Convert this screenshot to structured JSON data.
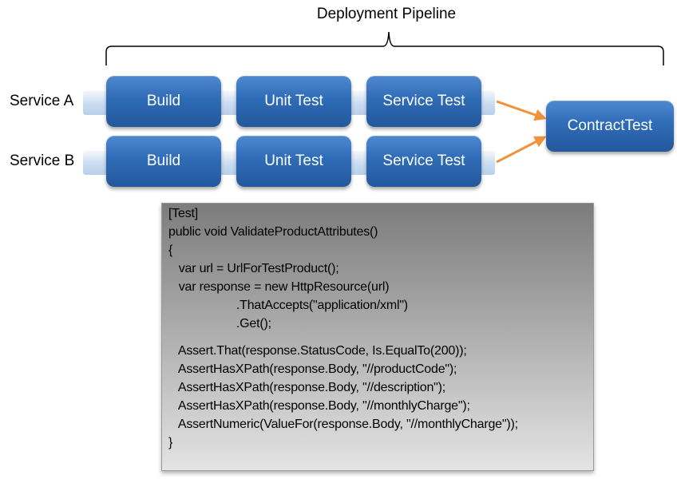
{
  "diagram": {
    "title": "Deployment Pipeline",
    "rows": [
      {
        "label": "Service A",
        "stages": [
          "Build",
          "Unit Test",
          "Service Test"
        ]
      },
      {
        "label": "Service B",
        "stages": [
          "Build",
          "Unit Test",
          "Service Test"
        ]
      }
    ],
    "target": "ContractTest",
    "colors": {
      "stage_fill": "#2f6cb7",
      "track_fill": "#c9dcf0",
      "arrow": "#f0913b",
      "code_fill": "#aaaaaa"
    }
  },
  "code": {
    "lines": [
      "[Test]",
      "public void ValidateProductAttributes()",
      "{",
      "   var url = UrlForTestProduct();",
      "   var response = new HttpResource(url)",
      "                    .ThatAccepts(\"application/xml\")",
      "                    .Get();",
      "",
      "   Assert.That(response.StatusCode, Is.EqualTo(200));",
      "   AssertHasXPath(response.Body, \"//productCode\");",
      "   AssertHasXPath(response.Body, \"//description\");",
      "   AssertHasXPath(response.Body, \"//monthlyCharge\");",
      "   AssertNumeric(ValueFor(response.Body, \"//monthlyCharge\"));",
      "}"
    ]
  }
}
